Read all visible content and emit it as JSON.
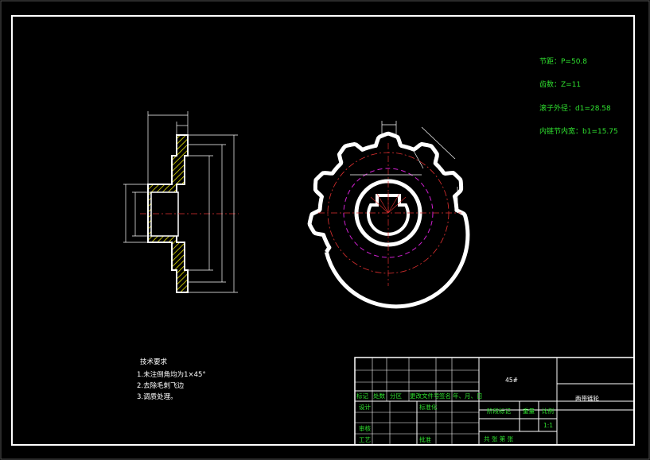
{
  "params": [
    "节距：P=50.8",
    "齿数：Z=11",
    "滚子外径：d1=28.58",
    "内链节内宽：b1=15.75"
  ],
  "notes": {
    "title": "技术要求",
    "items": [
      "1.未注倒角均为1×45°",
      "2.去除毛刺飞边",
      "3.调质处理。"
    ]
  },
  "title_block": {
    "material": "45#",
    "drawing_name": "两带链轮",
    "scale": "1:1",
    "row_headers": [
      "标记",
      "处数",
      "分区",
      "更改文件号",
      "签名",
      "年、月、日"
    ],
    "labels": {
      "design": "设计",
      "standard": "标准化",
      "review": "审核",
      "process": "工艺",
      "approve": "批准",
      "stage_mark": "阶段标记",
      "weight": "重量",
      "ratio": "比例",
      "sheets": "共  张  第  张"
    }
  }
}
